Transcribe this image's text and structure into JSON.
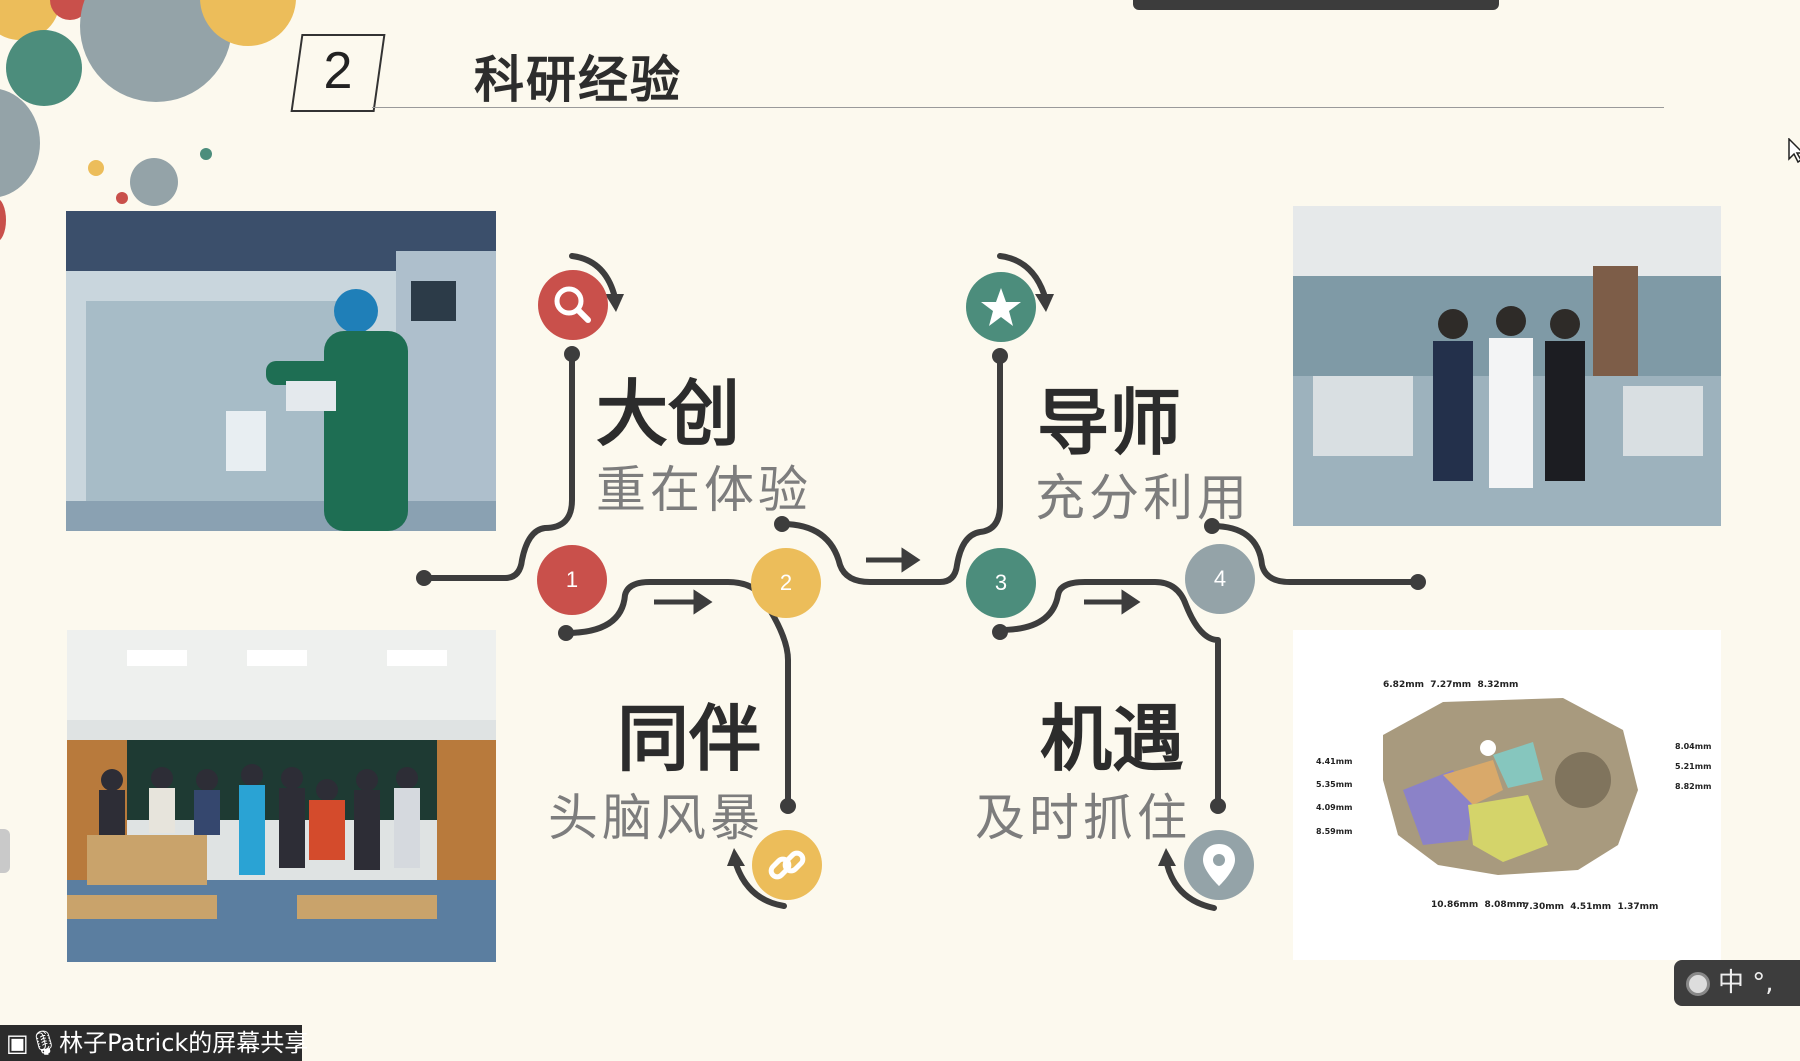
{
  "slide": {
    "section_number": "2",
    "title": "科研经验"
  },
  "steps": [
    {
      "number": "1",
      "heading": "大创",
      "subtitle": "重在体验",
      "color": "#c9504b",
      "icon": "search-icon"
    },
    {
      "number": "2",
      "heading": "同伴",
      "subtitle": "头脑风暴",
      "color": "#ecbd5a",
      "icon": "link-icon"
    },
    {
      "number": "3",
      "heading": "导师",
      "subtitle": "充分利用",
      "color": "#4c8d7c",
      "icon": "star-icon"
    },
    {
      "number": "4",
      "heading": "机遇",
      "subtitle": "及时抓住",
      "color": "#94a3a8",
      "icon": "location-pin-icon"
    }
  ],
  "skull_figure": {
    "top_labels": "6.82mm  7.27mm  8.32mm",
    "left_labels": [
      "4.41mm",
      "5.35mm",
      "4.09mm",
      "8.59mm"
    ],
    "right_labels": [
      "8.04mm",
      "5.21mm",
      "8.82mm"
    ],
    "bottom_left_labels": "10.86mm  8.08mm",
    "bottom_right_labels": "7.30mm  4.51mm  1.37mm"
  },
  "overlay": {
    "share_label": "林子Patrick的屏幕共享",
    "ime_label": "中 °,"
  },
  "palette": {
    "background": "#fcf9ee",
    "red": "#c9504b",
    "yellow": "#ecbd5a",
    "teal": "#4c8d7c",
    "grey": "#94a3a8",
    "line": "#3d3d3d"
  }
}
